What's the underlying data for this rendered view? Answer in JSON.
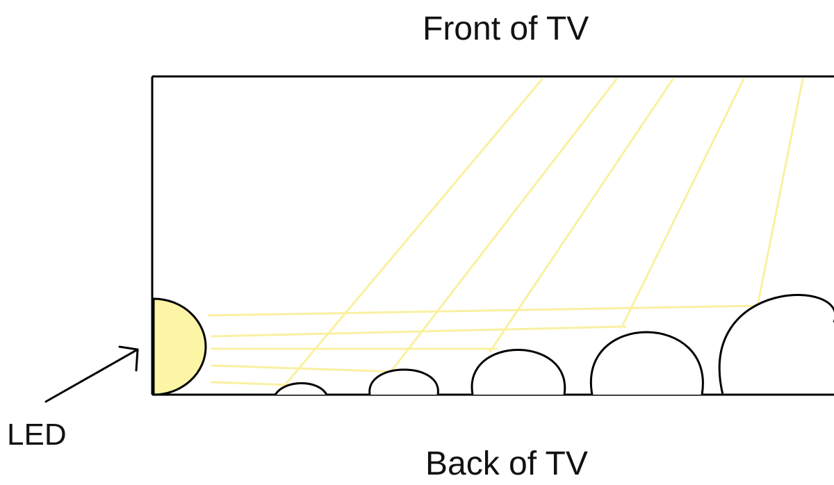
{
  "labels": {
    "front": "Front of TV",
    "back": "Back of TV",
    "led": "LED"
  },
  "colors": {
    "outline": "#000000",
    "led_fill": "#fdf5a6",
    "light_ray": "#faf0a0",
    "text": "#111111",
    "background": "#ffffff"
  }
}
